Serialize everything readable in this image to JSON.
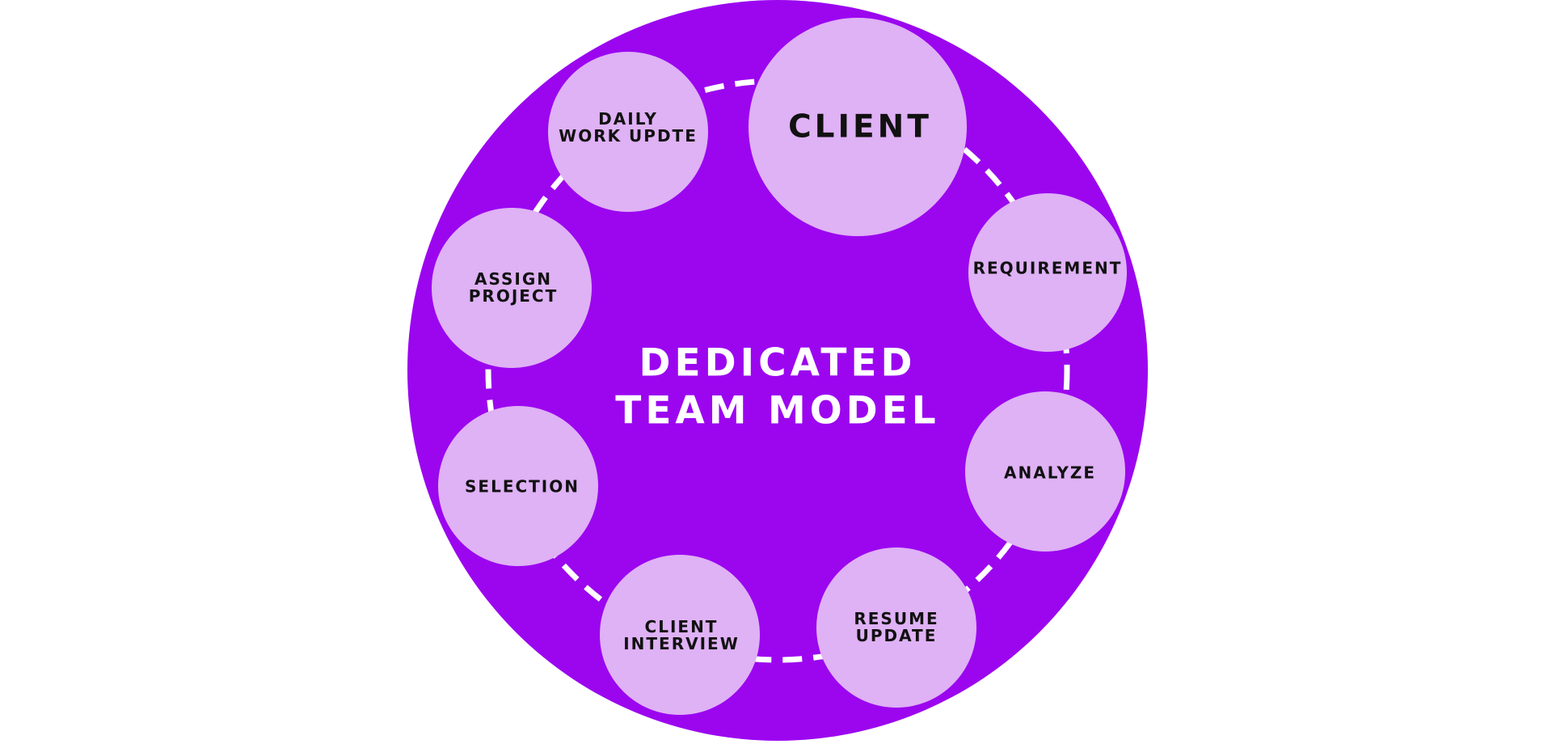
{
  "diagram": {
    "title": {
      "line1": "DEDICATED",
      "line2": "TEAM MODEL"
    },
    "colors": {
      "background_circle": "#9b06ef",
      "node_fill": "#dfb1f5",
      "dashed_ring": "#ffffff",
      "node_text": "#111111",
      "title_text": "#ffffff"
    },
    "steps": [
      {
        "id": "client",
        "line1": "CLIENT",
        "line2": ""
      },
      {
        "id": "requirement",
        "line1": "REQUIREMENT",
        "line2": ""
      },
      {
        "id": "analyze",
        "line1": "ANALYZE",
        "line2": ""
      },
      {
        "id": "resume-update",
        "line1": "RESUME",
        "line2": "UPDATE"
      },
      {
        "id": "client-interview",
        "line1": "CLIENT",
        "line2": "INTERVIEW"
      },
      {
        "id": "selection",
        "line1": "SELECTION",
        "line2": ""
      },
      {
        "id": "assign-project",
        "line1": "ASSIGN",
        "line2": "PROJECT"
      },
      {
        "id": "daily-work-update",
        "line1": "DAILY",
        "line2": "WORK UPDTE"
      }
    ]
  }
}
